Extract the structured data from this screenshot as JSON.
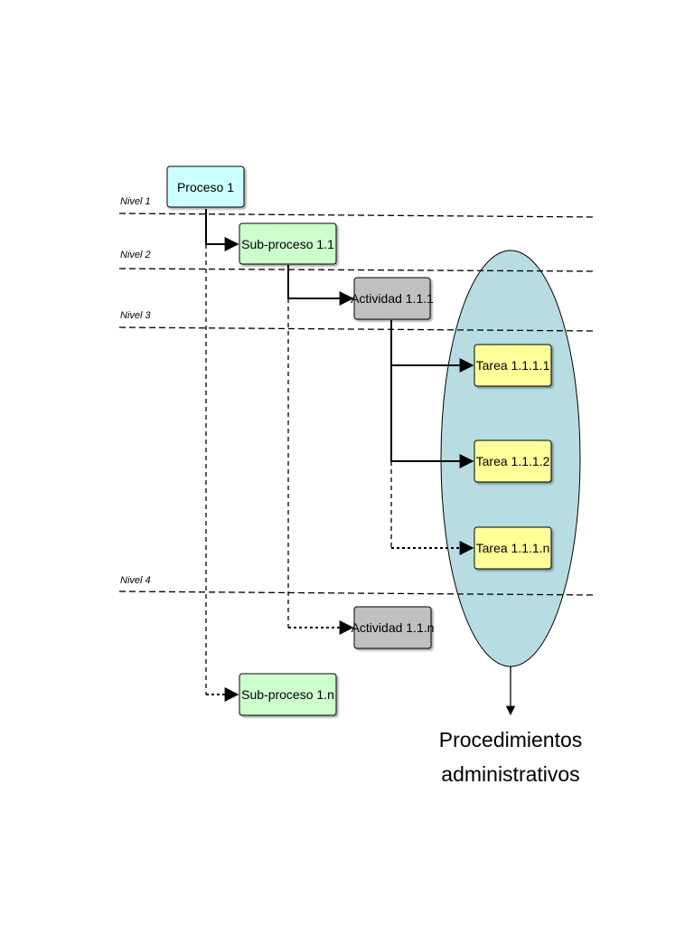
{
  "levels": [
    "Nivel 1",
    "Nivel 2",
    "Nivel 3",
    "Nivel 4"
  ],
  "nodes": {
    "proceso_1": "Proceso 1",
    "subproceso_1_1": "Sub-proceso 1.1",
    "actividad_1_1_1": "Actividad 1.1.1",
    "tarea_1_1_1_1": "Tarea 1.1.1.1",
    "tarea_1_1_1_2": "Tarea 1.1.1.2",
    "tarea_1_1_1_n": "Tarea 1.1.1.n",
    "actividad_1_1_n": "Actividad 1.1.n",
    "subproceso_1_n": "Sub-proceso 1.n"
  },
  "caption": {
    "line1": "Procedimientos",
    "line2": "administrativos"
  },
  "colors": {
    "proceso": "#ccffff",
    "subproceso": "#ccffcc",
    "actividad": "#c0c0c0",
    "tarea": "#ffff99",
    "ellipse": "#b7dde2"
  }
}
